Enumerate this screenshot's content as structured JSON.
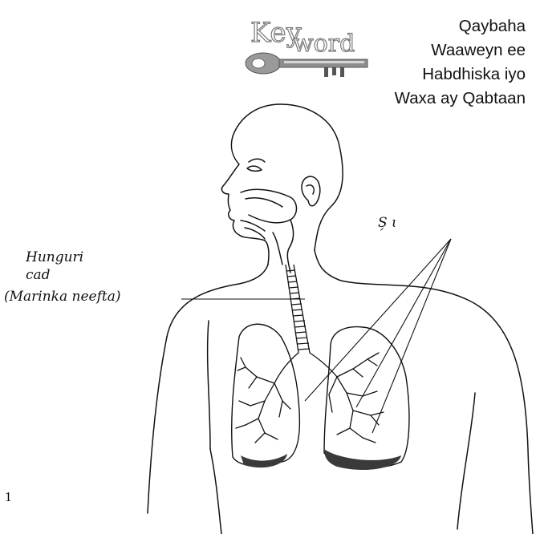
{
  "title": {
    "lines": [
      "Qaybaha",
      "Waaweyn ee",
      "Habdhiska iyo",
      "Waxa ay Qabtaan"
    ]
  },
  "logo": {
    "text": "Keyword",
    "icon": "key-icon"
  },
  "labels": {
    "hunguri_line1": "Hunguri",
    "hunguri_line2": "cad",
    "marinka": "(Marinka neefta)",
    "sanbabka_fragment": "S̗      ɩ"
  },
  "page_number": "1",
  "colors": {
    "ink": "#111111",
    "lung_shade": "#3a3a3a",
    "logo_gray": "#8a8a8a"
  }
}
